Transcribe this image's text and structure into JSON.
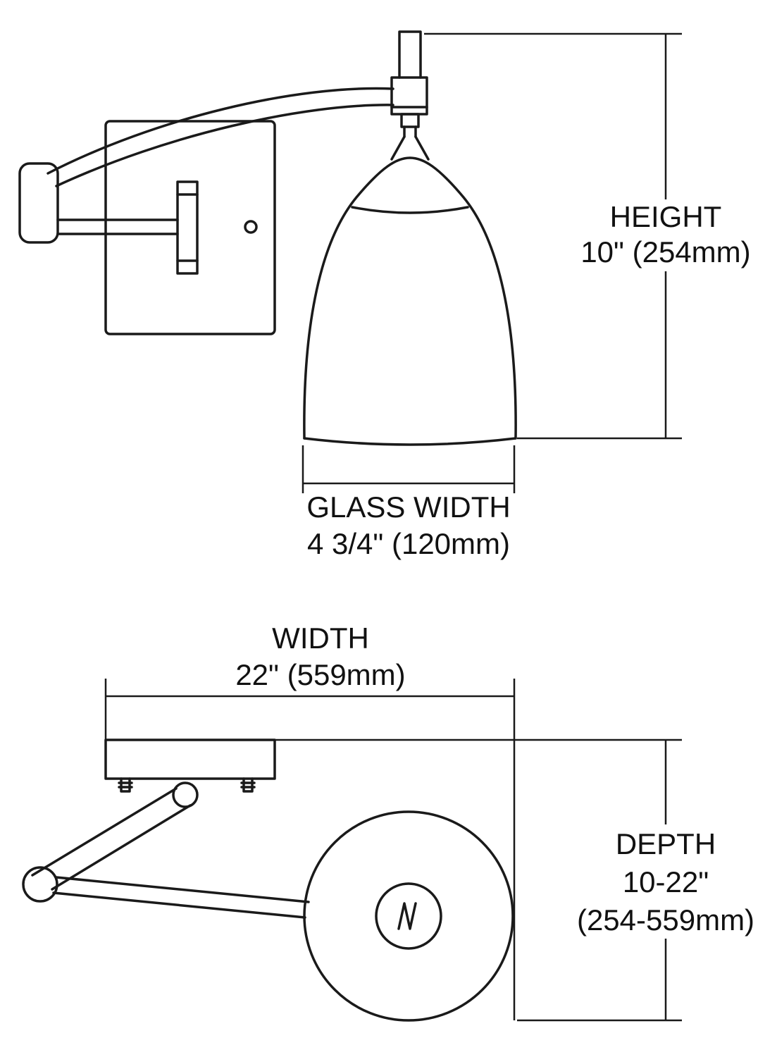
{
  "figure": {
    "type": "technical-dimension-diagram",
    "subject": "swing-arm wall sconce with glass shade",
    "colors": {
      "line": "#1a1a1a",
      "background": "#ffffff"
    },
    "views": {
      "side_view": {
        "height_dim": {
          "label": "HEIGHT",
          "value": "10\" (254mm)"
        },
        "glass_width_dim": {
          "label": "GLASS WIDTH",
          "value": "4 3/4\" (120mm)"
        }
      },
      "top_view": {
        "width_dim": {
          "label": "WIDTH",
          "value": "22\" (559mm)"
        },
        "depth_dim": {
          "label": "DEPTH",
          "value_range": "10-22\"",
          "value_metric": "(254-559mm)"
        }
      }
    }
  }
}
